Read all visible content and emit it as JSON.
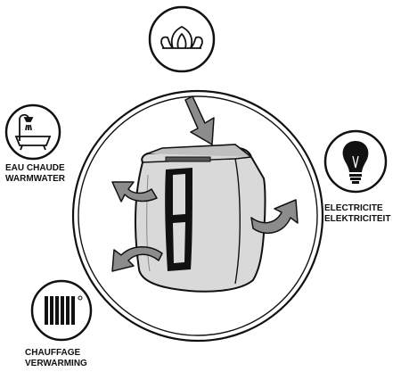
{
  "labels": {
    "hot_water": {
      "fr": "EAU CHAUDE",
      "nl": "WARMWATER"
    },
    "electricity": {
      "fr": "ELECTRICITE",
      "nl": "ELEKTRICITEIT"
    },
    "heating": {
      "fr": "CHAUFFAGE",
      "nl": "VERWARMING"
    }
  },
  "icons": {
    "top": "flame-icon",
    "left": "bath-shower-icon",
    "right": "light-bulb-icon",
    "bottom": "radiator-icon",
    "center": "boiler-unit-icon"
  },
  "colors": {
    "line": "#111111",
    "arrow_fill": "#8c8c8c",
    "unit_fill": "#d9d9d9",
    "unit_panel": "#111111",
    "background": "#ffffff"
  }
}
